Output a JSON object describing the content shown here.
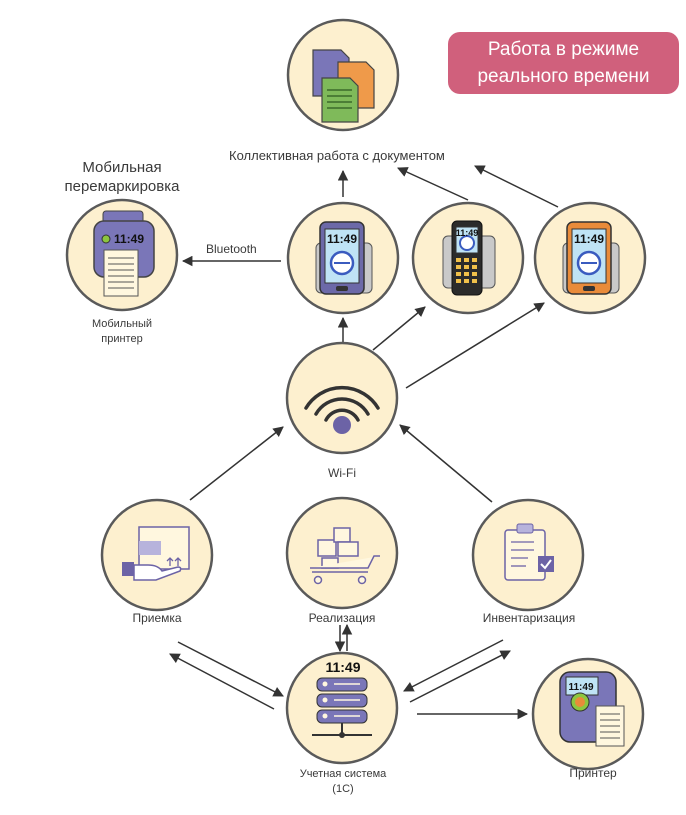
{
  "badge": {
    "line1": "Работа в режиме",
    "line2": "реального времени"
  },
  "labels": {
    "collab": "Коллективная работа с документом",
    "remark_line1": "Мобильная",
    "remark_line2": "перемаркировка",
    "bluetooth": "Bluetooth",
    "mobile_printer_line1": "Мобильный",
    "mobile_printer_line2": "принтер",
    "wifi": "Wi-Fi",
    "receiving": "Приемка",
    "sales": "Реализация",
    "inventory": "Инвентаризация",
    "accounting_line1": "Учетная система",
    "accounting_line2": "(1С)",
    "printer": "Принтер"
  },
  "device_time": "11:49",
  "colors": {
    "node_fill": "#fdf0cf",
    "node_stroke": "#5a5a5a",
    "accent_purple": "#6c63a6",
    "badge": "#d0607c",
    "arrow": "#333333"
  }
}
